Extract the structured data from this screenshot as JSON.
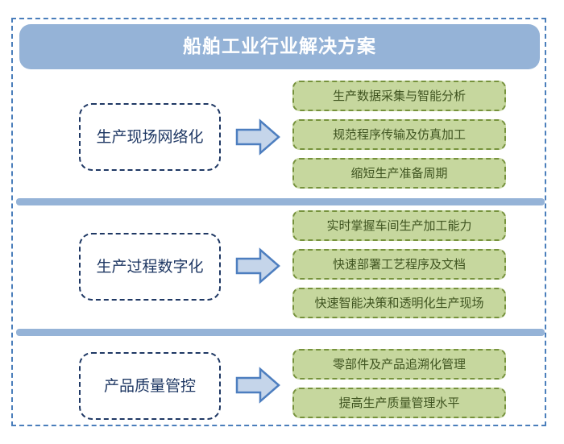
{
  "slide": {
    "title": "船舶工业行业解决方案",
    "background_color": "#ffffff"
  },
  "colors": {
    "frame_border": "#4a7ebb",
    "title_bar_fill": "#95b3d7",
    "title_text": "#ffffff",
    "divider_fill": "#95b3d7",
    "stage_border": "#1f3864",
    "stage_text": "#1f3864",
    "arrow_fill": "#c5d5ea",
    "arrow_border": "#4d7ebf",
    "item_fill": "#c6d79e",
    "item_border": "#76923c",
    "item_text": "#3f5420"
  },
  "sections": [
    {
      "stage_label": "生产现场网络化",
      "arrow_icon": "arrow-right-icon",
      "items": [
        "生产数据采集与智能分析",
        "规范程序传输及仿真加工",
        "缩短生产准备周期"
      ]
    },
    {
      "stage_label": "生产过程数字化",
      "arrow_icon": "arrow-right-icon",
      "items": [
        "实时掌握车间生产加工能力",
        "快速部署工艺程序及文档",
        "快速智能决策和透明化生产现场"
      ]
    },
    {
      "stage_label": "产品质量管控",
      "arrow_icon": "arrow-right-icon",
      "items": [
        "零部件及产品追溯化管理",
        "提高生产质量管理水平"
      ]
    }
  ]
}
